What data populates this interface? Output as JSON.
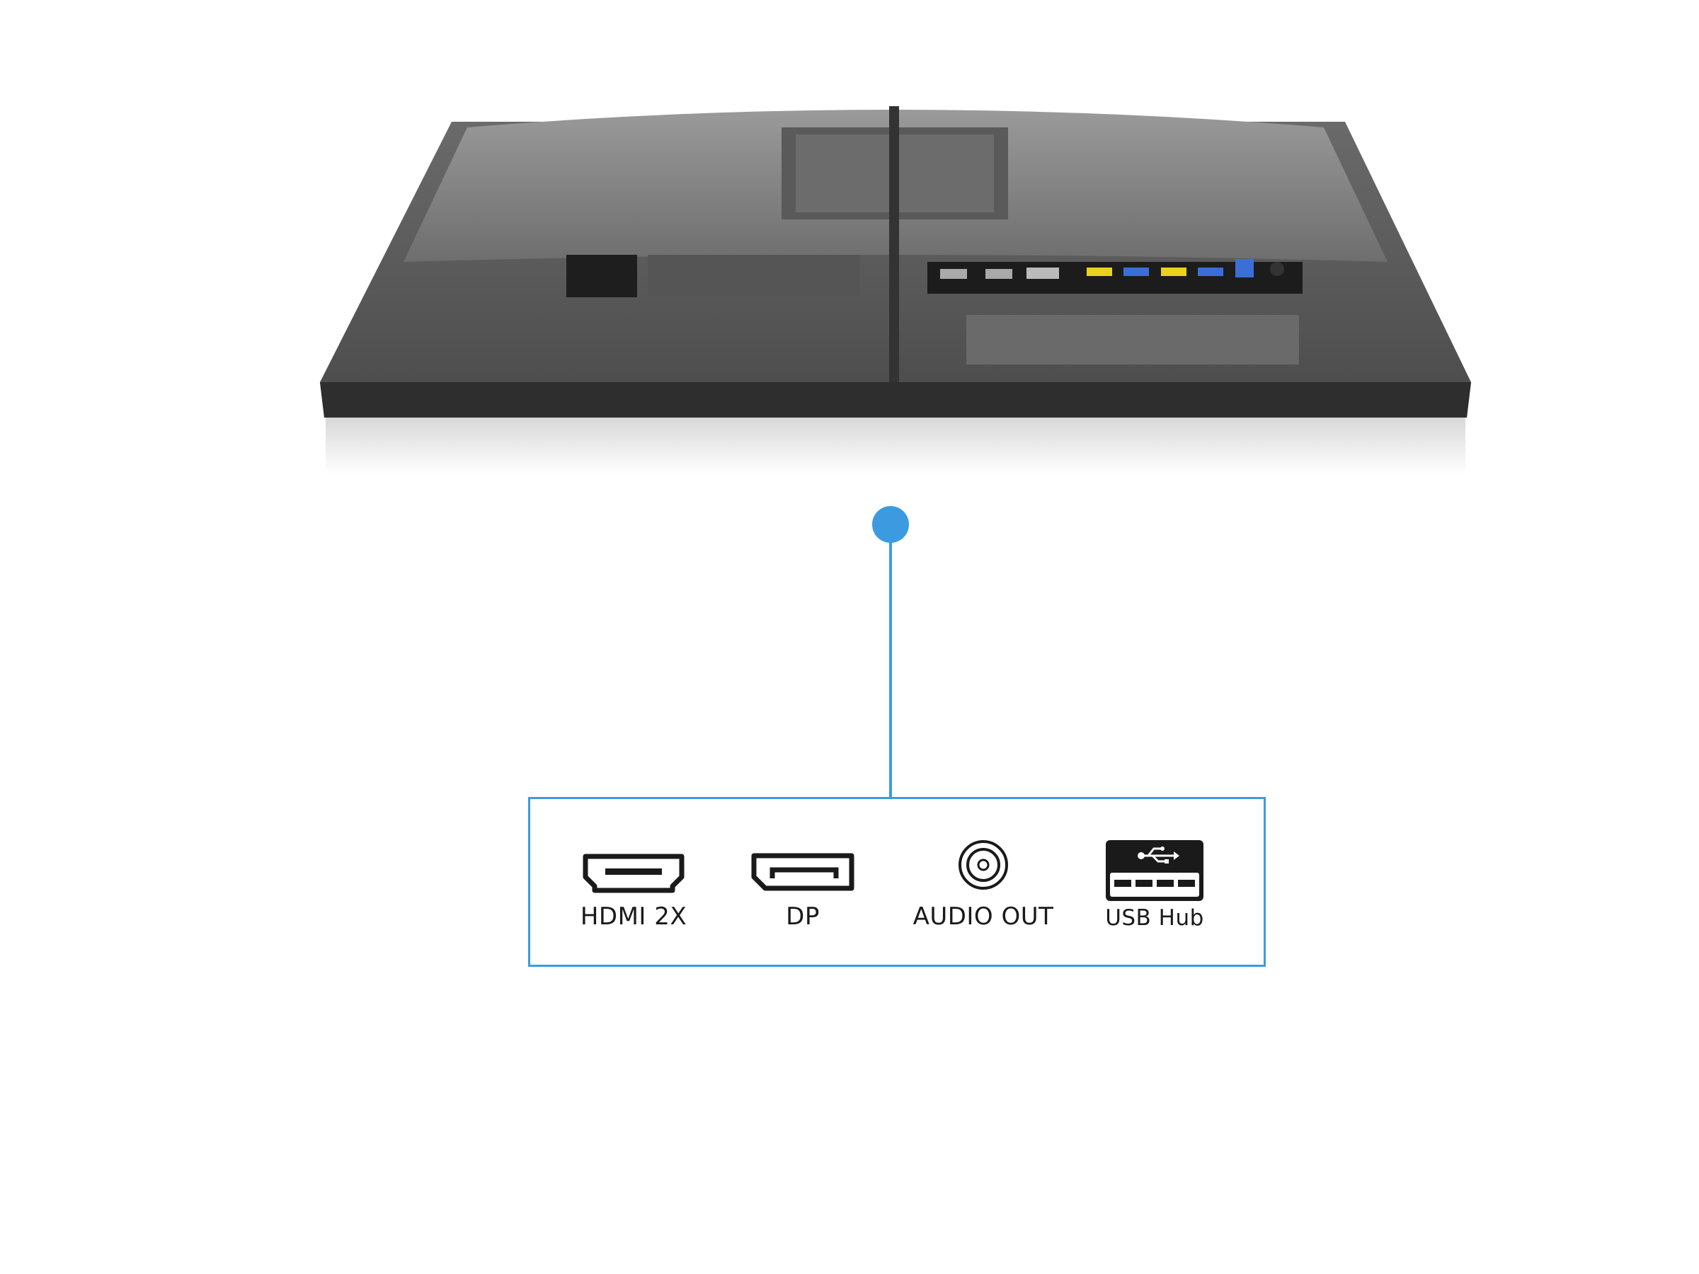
{
  "connector_panel": {
    "accent_color": "#3c9be0",
    "ports": [
      {
        "label": "HDMI 2X",
        "icon": "hdmi-port-icon"
      },
      {
        "label": "DP",
        "icon": "displayport-icon"
      },
      {
        "label": "AUDIO OUT",
        "icon": "audio-jack-icon"
      },
      {
        "label": "USB Hub",
        "icon": "usb-hub-icon"
      }
    ]
  }
}
